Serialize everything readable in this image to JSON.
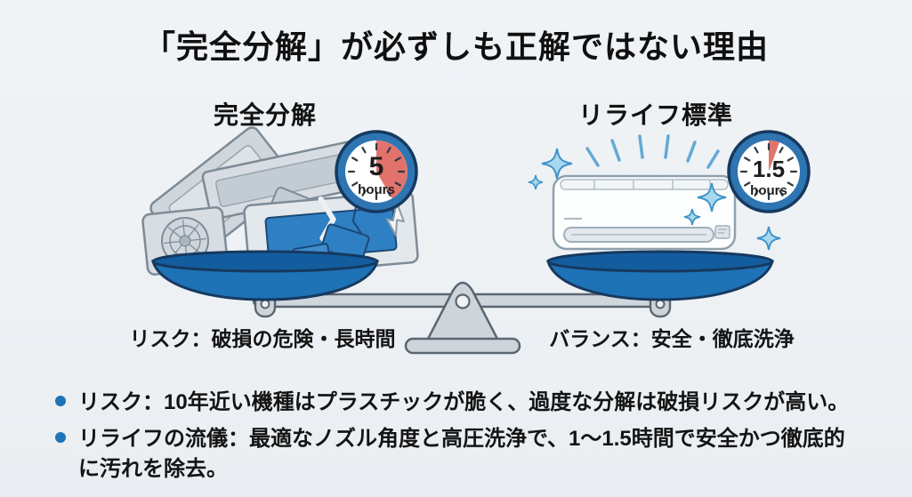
{
  "title": "「完全分解」が必ずしも正解ではない理由",
  "comparison": {
    "left": {
      "label": "完全分解",
      "timer_value": "5",
      "timer_unit": "hours",
      "caption": "リスク：破損の危険・長時間",
      "illustration": "disassembled-ac-parts-pile-on-scale-pan"
    },
    "right": {
      "label": "リライフ標準",
      "timer_value": "1.5",
      "timer_unit": "hours",
      "caption": "バランス：安全・徹底洗浄",
      "illustration": "clean-ac-unit-with-sparkles-on-scale-pan"
    }
  },
  "bullets": [
    {
      "text": "リスク：10年近い機種はプラスチックが脆く、過度な分解は破損リスクが高い。"
    },
    {
      "line1": "リライフの流儀：最適なノズル角度と高圧洗浄で、1〜1.5時間で安全かつ徹底的",
      "line2": "に汚れを除去。"
    }
  ],
  "colors": {
    "background": "#edf1f4",
    "text": "#141414",
    "pan_blue": "#1e72b6",
    "pan_rim_blue": "#135d9e",
    "outline_navy": "#16395f",
    "metal_gray": "#cfd6dc",
    "metal_outline": "#5a6671",
    "timer_ring_blue": "#2e75b2",
    "timer_red": "#e2736c",
    "sparkle_blue": "#8ecbe8",
    "bullet_blue": "#1d74b8"
  }
}
